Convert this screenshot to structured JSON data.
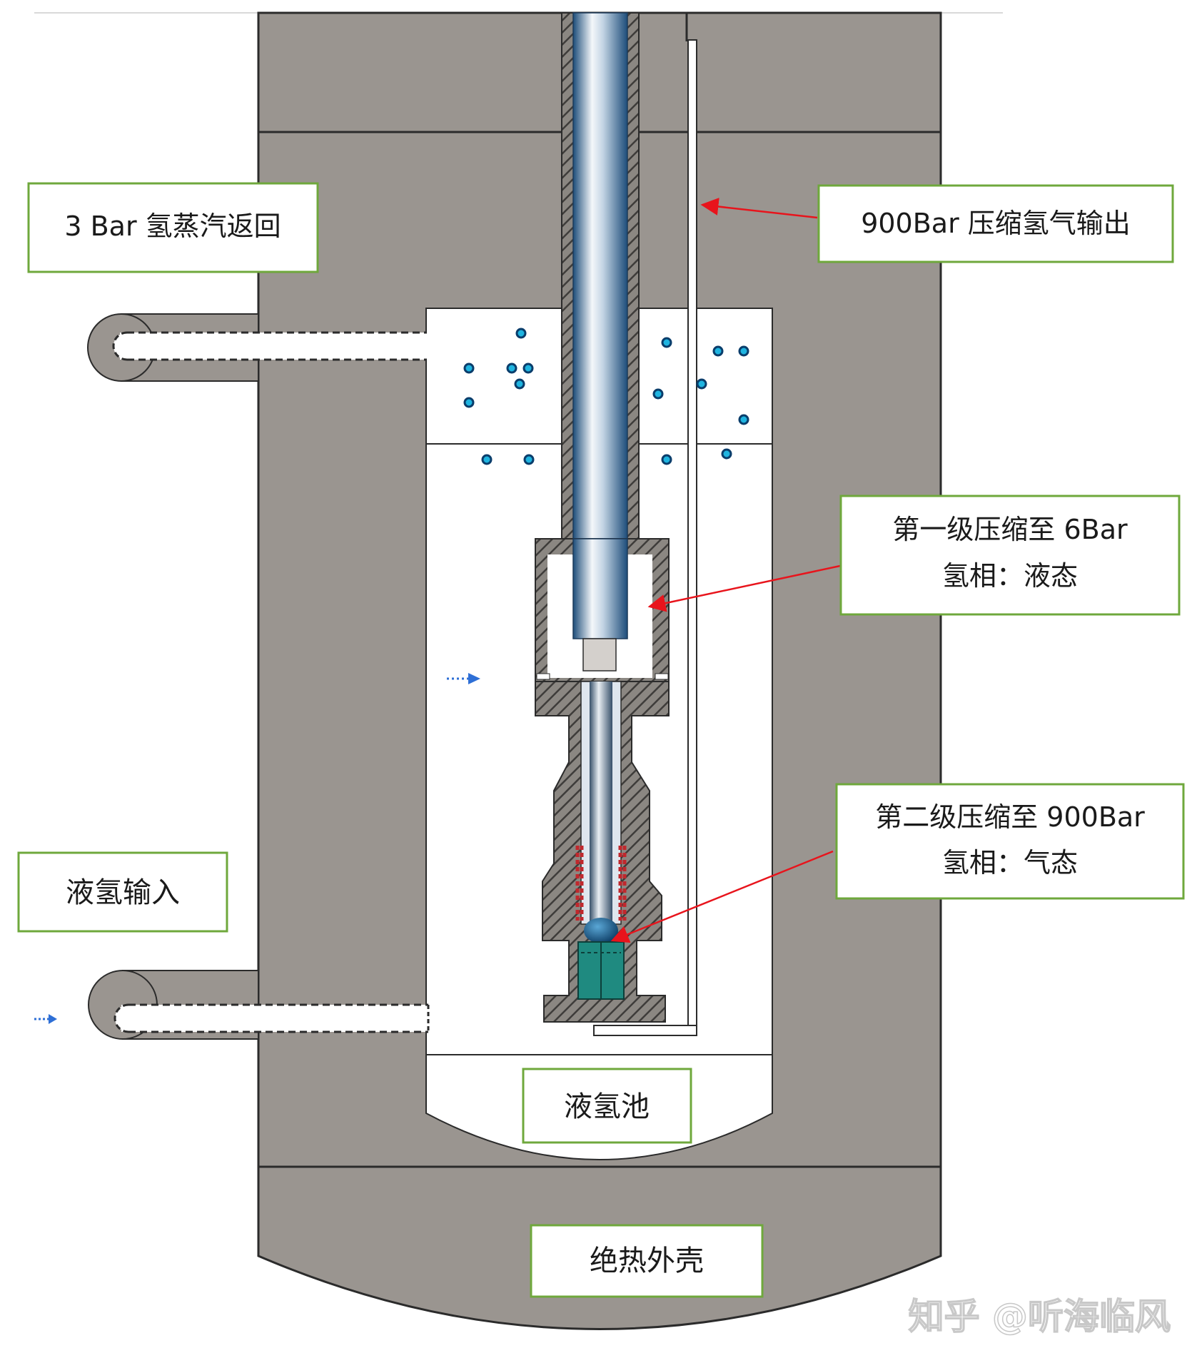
{
  "labels": {
    "vapor_return": "3 Bar 氢蒸汽返回",
    "output": "900Bar 压缩氢气输出",
    "stage1_line1": "第一级压缩至 6Bar",
    "stage1_line2": "氢相：液态",
    "stage2_line1": "第二级压缩至 900Bar",
    "stage2_line2": "氢相：气态",
    "lh2_input": "液氢输入",
    "lh2_pool": "液氢池",
    "insulated_shell": "绝热外壳"
  },
  "watermark": "知乎 @听海临风",
  "colors": {
    "shell": "#9a9590",
    "shell_stroke": "#2b2b2b",
    "label_border": "#6fa83c",
    "arrow": "#e8141c",
    "bubble_fill": "#1fb4e0",
    "bubble_stroke": "#0a3d6b",
    "flow_arrow": "#2e6fd6",
    "piston_teal": "#1f8a80",
    "seal_red": "#c0282d"
  }
}
